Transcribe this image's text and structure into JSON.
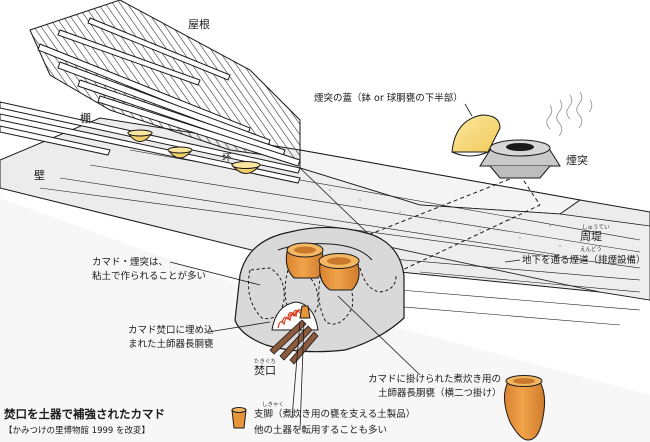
{
  "labels": {
    "roof": "屋根",
    "shelf": "棚",
    "cup": "坏",
    "wall": "壁",
    "chimney_lid": "煙突の蓋（鉢 or 球胴甕の下半部）",
    "chimney": "煙突",
    "shutei": "周堤",
    "shutei_ruby": "しゅうてい",
    "underground_flue": "地下を通る煙道（排煙設備）",
    "entou_ruby": "えんどう",
    "kamado_clay": [
      "カマド・煙突は、",
      "粘土で作られることが多い"
    ],
    "firemouth_pot": [
      "カマド焚口に埋め込",
      "まれた土師器長胴甕"
    ],
    "cooking_pots": [
      "カマドに掛けられた煮炊き用の",
      "土師器長胴甕（横二つ掛け）"
    ],
    "shikyaku_ruby": "しきゃく",
    "firemouth": "焚口",
    "takiguchi_ruby": "たきぐち",
    "support_leg": "支脚（煮炊き用の甕を支える土製品）",
    "other_vessels": "他の土器を転用することも多い"
  },
  "caption": {
    "title": "焚口を土器で補強されたカマド",
    "source": "【かみつけの里博物館 1999 を改変】"
  },
  "colors": {
    "stroke": "#1a1a1a",
    "kamado_body": "#d9d9d9",
    "wall_face": "#ececec",
    "shutei_band": "#f4f4f4",
    "floor": "#f7f7f7",
    "roof_hatch": "#333333",
    "pot_orange": "#e8953a",
    "pot_orange_light": "#f2b25c",
    "pot_yellow": "#f3cf6a",
    "lid_yellow": "#f7dc7a",
    "fire_red": "#d93a1a",
    "chimney_gray": "#c9c9c9",
    "log_brown": "#8c5a3c"
  }
}
